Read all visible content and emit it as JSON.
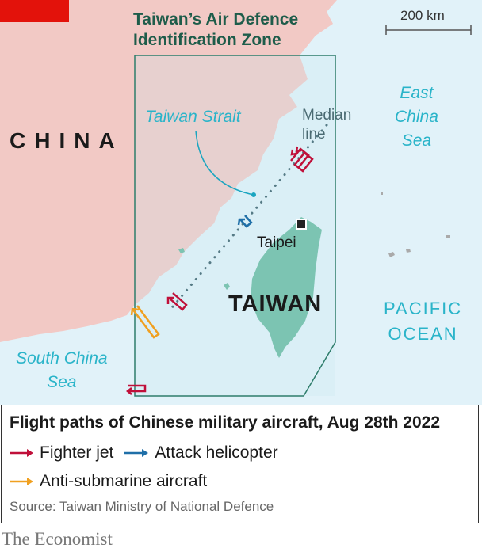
{
  "map": {
    "title_line1": "Taiwan’s Air Defence",
    "title_line2": "Identification Zone",
    "scale_label": "200 km",
    "labels": {
      "china": "CHINA",
      "taiwan_strait": "Taiwan Strait",
      "median_line1": "Median",
      "median_line2": "line",
      "east_china_sea": [
        "East",
        "China",
        "Sea"
      ],
      "taipei": "Taipei",
      "taiwan": "TAIWAN",
      "pacific_ocean": [
        "PACIFIC",
        "OCEAN"
      ],
      "south_china_sea": [
        "South China",
        "Sea"
      ]
    }
  },
  "legend": {
    "title": "Flight paths of Chinese military aircraft, Aug 28th 2022",
    "items": [
      {
        "label": "Fighter jet",
        "color": "#c0103a"
      },
      {
        "label": "Attack helicopter",
        "color": "#1f6fa8"
      },
      {
        "label": "Anti-submarine aircraft",
        "color": "#f0a020"
      }
    ],
    "source": "Source: Taiwan Ministry of National Defence"
  },
  "footer": {
    "brand": "The Economist"
  },
  "colors": {
    "land_china": "#f2c9c5",
    "sea": "#e1f2f9",
    "taiwan": "#7cc4b2",
    "adiz": "#2e7d6b",
    "brand_red": "#e3120b"
  }
}
